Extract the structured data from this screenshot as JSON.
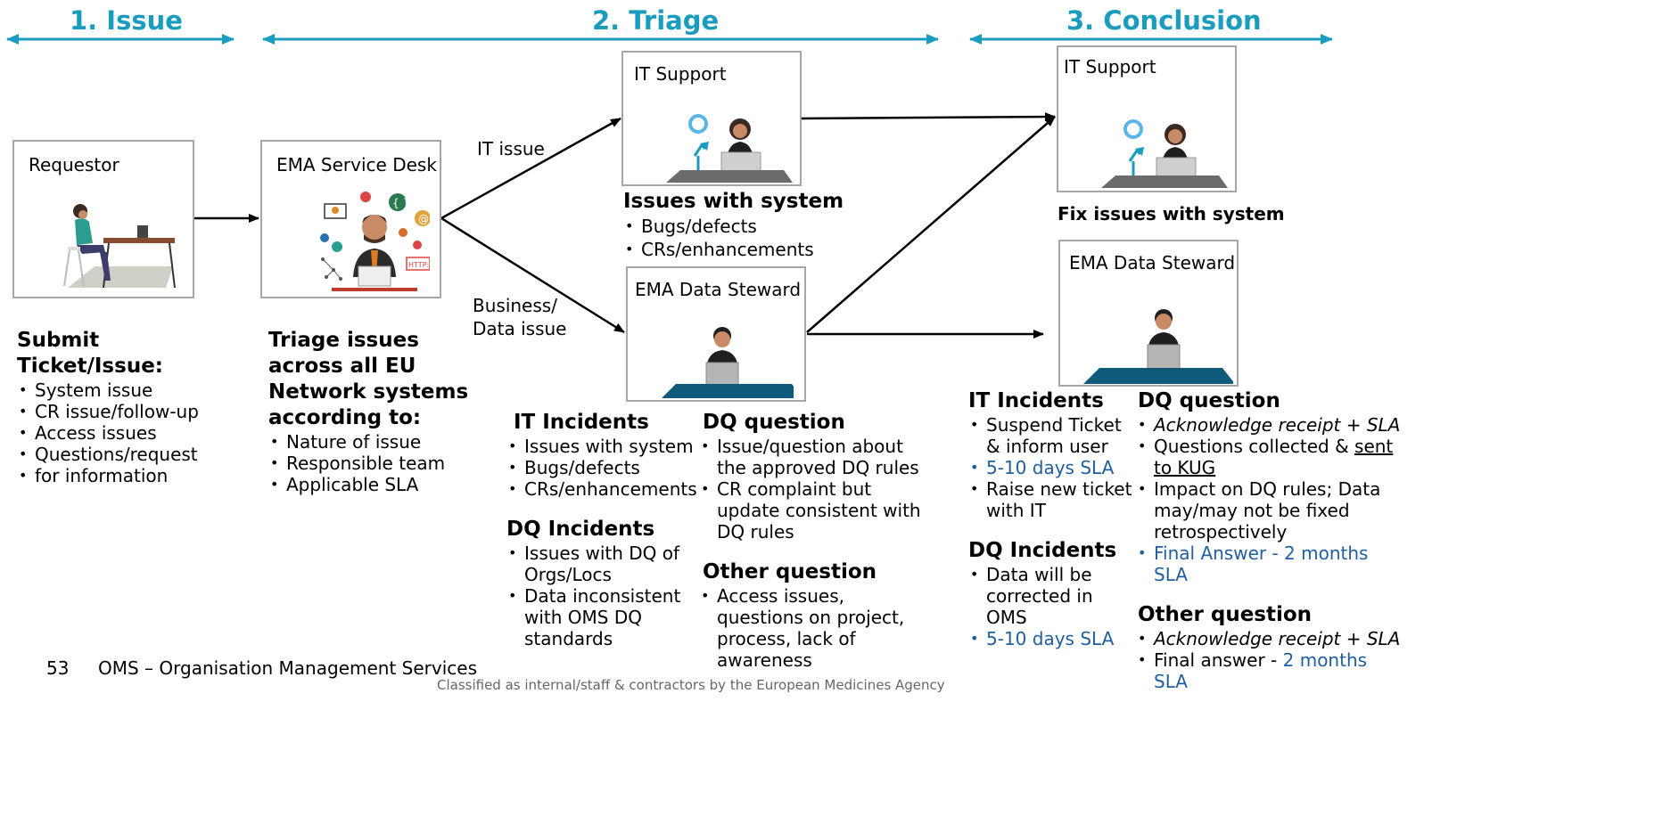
{
  "phases": {
    "issue": "1. Issue",
    "triage": "2. Triage",
    "conclusion": "3. Conclusion"
  },
  "colors": {
    "accent": "#1a9cbf",
    "link": "#1f5fa0",
    "border": "#a6a6a6"
  },
  "boxes": {
    "requestor": "Requestor",
    "service_desk": "EMA Service Desk",
    "it_support_triage": "IT Support",
    "data_steward_triage": "EMA Data Steward",
    "it_support_conclusion": "IT Support",
    "data_steward_conclusion": "EMA Data Steward"
  },
  "arrow_labels": {
    "it_issue": "IT issue",
    "business_line1": "Business/",
    "business_line2": "Data issue"
  },
  "requestor_text": {
    "title_line1": "Submit",
    "title_line2": "Ticket/Issue:",
    "items": [
      "System issue",
      "CR issue/follow-up",
      "Access issues",
      "Questions/request",
      "for information"
    ]
  },
  "service_desk_text": {
    "title_lines": [
      "Triage issues",
      "across all EU",
      "Network systems",
      "according to:"
    ],
    "items": [
      "Nature of issue",
      "Responsible team",
      "Applicable SLA"
    ]
  },
  "it_support_triage_text": {
    "title": "Issues with system",
    "items": [
      "Bugs/defects",
      "CRs/enhancements"
    ]
  },
  "triage_details": {
    "it_incidents": {
      "title": "IT Incidents",
      "items": [
        "Issues with system",
        "Bugs/defects",
        "CRs/enhancements"
      ]
    },
    "dq_incidents": {
      "title": "DQ Incidents",
      "items": [
        "Issues with DQ of",
        "Orgs/Locs",
        "Data inconsistent",
        "with OMS DQ",
        "standards"
      ]
    },
    "dq_question": {
      "title": "DQ question",
      "items": [
        "Issue/question about",
        "the approved DQ rules",
        "CR complaint but",
        "update consistent with",
        "DQ rules"
      ]
    },
    "other_question": {
      "title": "Other question",
      "items": [
        "Access issues,",
        "questions on project,",
        "process, lack of",
        "awareness"
      ]
    }
  },
  "it_support_conclusion_text": {
    "title": "Fix issues with system"
  },
  "conclusion_details": {
    "it_incidents": {
      "title": "IT Incidents",
      "items": [
        "Suspend Ticket",
        "& inform user",
        "5-10 days SLA",
        "Raise new ticket",
        "with IT"
      ]
    },
    "dq_incidents": {
      "title": "DQ Incidents",
      "items": [
        "Data will be",
        "corrected in",
        "OMS",
        "5-10 days SLA"
      ]
    },
    "dq_question": {
      "title": "DQ question",
      "item1": "Acknowledge receipt + SLA",
      "item2a": "Questions collected & ",
      "item2b": "sent",
      "item2c": "to KUG",
      "item3": [
        "Impact on DQ rules; Data",
        "may/may not be fixed",
        "retrospectively"
      ],
      "item4": [
        "Final Answer - 2 months",
        "SLA"
      ]
    },
    "other_question": {
      "title": "Other question",
      "item1": "Acknowledge receipt + SLA",
      "item2a": "Final answer - ",
      "item2b": "2 months",
      "item2c": "SLA"
    }
  },
  "footer": {
    "page_number": "53",
    "title": "OMS – Organisation Management Services",
    "classification": "Classified as internal/staff & contractors by the European Medicines Agency"
  }
}
